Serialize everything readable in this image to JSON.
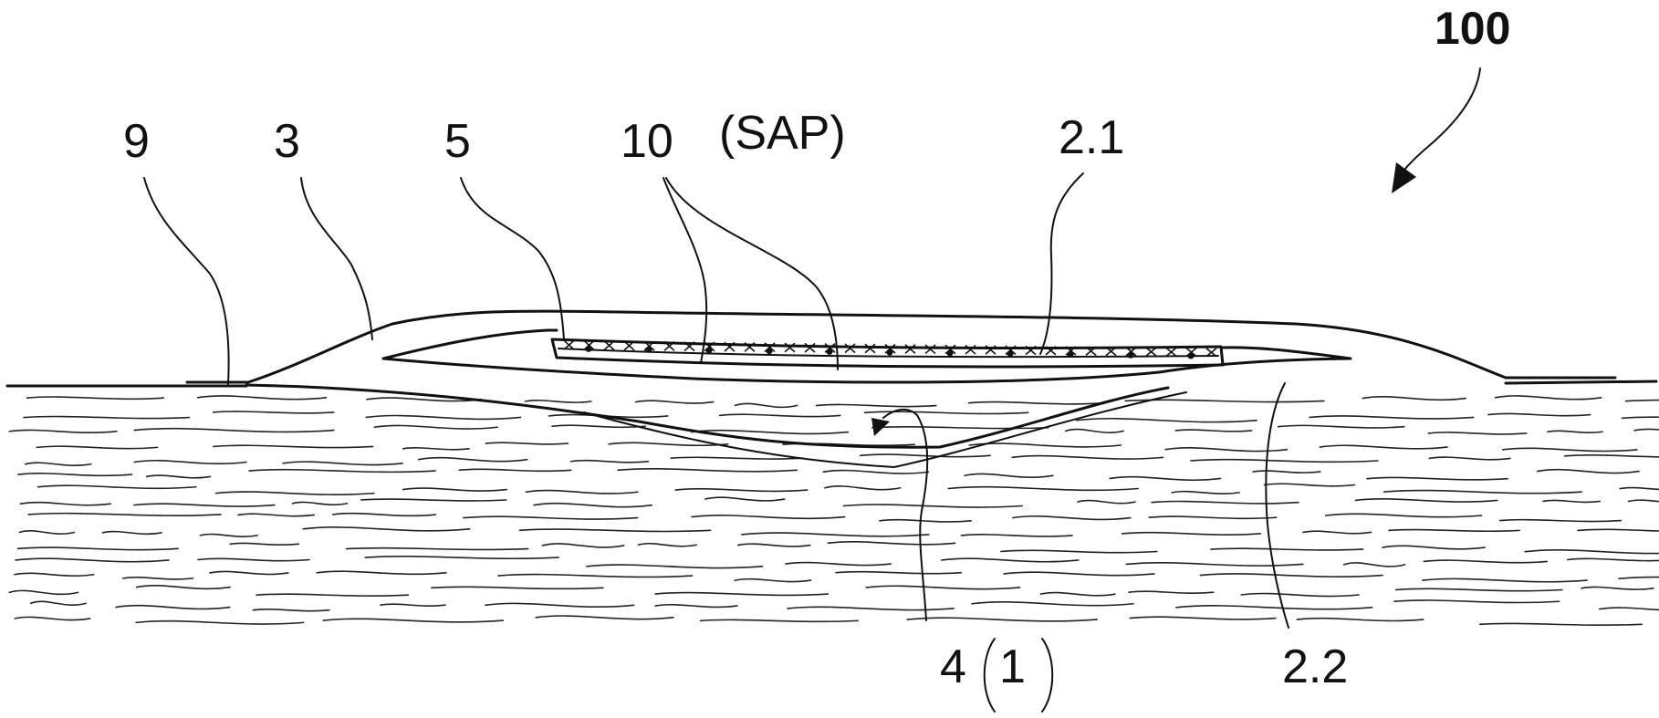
{
  "figure": {
    "reference_numeral": "100",
    "labels": {
      "label_9": "9",
      "label_3": "3",
      "label_5": "5",
      "label_10": "10",
      "label_sap": "(SAP)",
      "label_2_1": "2.1",
      "label_4": "4",
      "label_1": "1",
      "label_2_2": "2.2"
    }
  },
  "colors": {
    "ink": "#111111",
    "background": "#ffffff"
  }
}
